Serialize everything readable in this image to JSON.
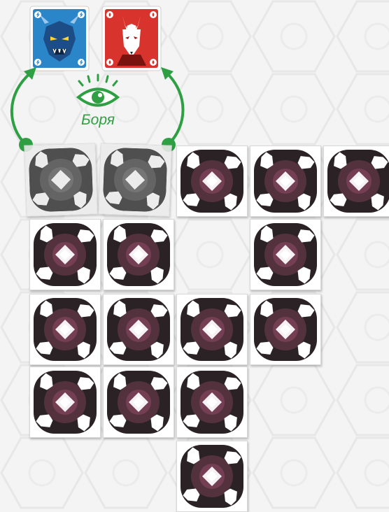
{
  "peek": {
    "player_name": "Боря",
    "color": "#2ea043"
  },
  "revealed_faces": [
    {
      "name": "blue-dragon-character-card",
      "color": "#2a86c8",
      "symbol": "lightning-bolt"
    },
    {
      "name": "red-fox-character-card",
      "color": "#d8332c",
      "symbol": "flame"
    }
  ],
  "board": {
    "card_back_color": "#2a2224",
    "card_glow_color": "#a0506e",
    "rows": [
      [
        "revealed",
        "revealed",
        "hidden",
        "hidden",
        "hidden"
      ],
      [
        "hidden",
        "hidden",
        "empty",
        "hidden",
        "empty"
      ],
      [
        "hidden",
        "hidden",
        "hidden",
        "hidden",
        "empty"
      ],
      [
        "hidden",
        "hidden",
        "hidden",
        "empty",
        "empty"
      ],
      [
        "empty",
        "empty",
        "hidden",
        "empty",
        "empty"
      ]
    ]
  }
}
